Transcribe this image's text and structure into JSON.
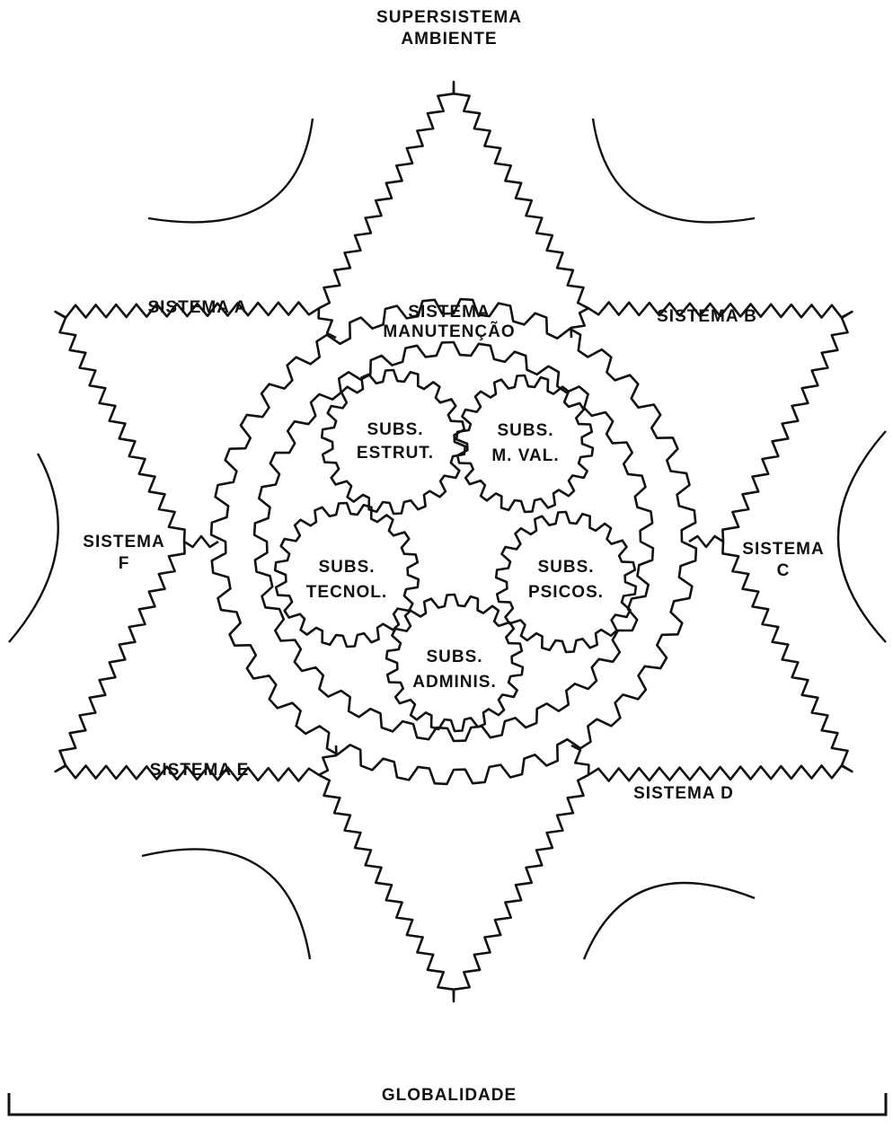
{
  "colors": {
    "ink": "#111111",
    "paper": "#ffffff"
  },
  "header": {
    "line1": "SUPERSISTEMA",
    "line2": "AMBIENTE"
  },
  "footer": {
    "label": "GLOBALIDADE"
  },
  "systems": {
    "maintenance": {
      "line1": "SISTEMA",
      "line2": "MANUTENÇÃO"
    },
    "a": "SISTEMA  A",
    "b": "SISTEMA  B",
    "c": {
      "line1": "SISTEMA",
      "line2": "C"
    },
    "d": "SISTEMA  D",
    "e": "SISTEMA  E",
    "f": {
      "line1": "SISTEMA",
      "line2": "F"
    }
  },
  "subsystems": {
    "estrut": {
      "line1": "SUBS.",
      "line2": "ESTRUT."
    },
    "mval": {
      "line1": "SUBS.",
      "line2": "M. VAL."
    },
    "tecnol": {
      "line1": "SUBS.",
      "line2": "TECNOL."
    },
    "psicos": {
      "line1": "SUBS.",
      "line2": "PSICOS."
    },
    "adminis": {
      "line1": "SUBS.",
      "line2": "ADMINIS."
    }
  }
}
